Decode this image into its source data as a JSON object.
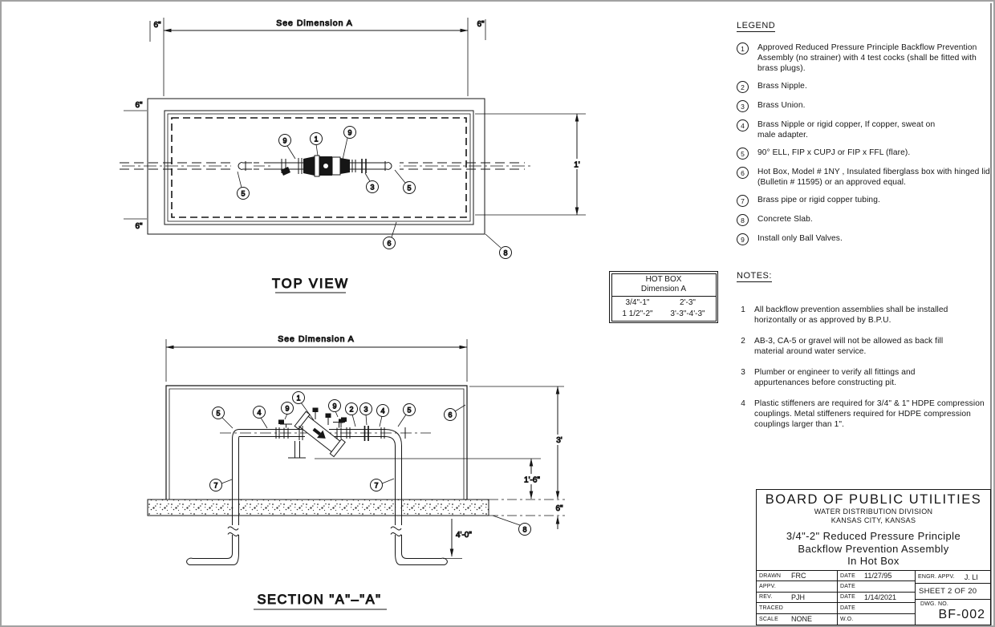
{
  "callouts": {
    "c1": "1",
    "c2": "2",
    "c3": "3",
    "c4": "4",
    "c5": "5",
    "c6": "6",
    "c7": "7",
    "c8": "8",
    "c9": "9"
  },
  "top_view": {
    "title": "TOP VIEW",
    "dim_a": "See Dimension A",
    "dim_6_top_left": "6\"",
    "dim_6_top_right": "6\"",
    "dim_6_left_top": "6\"",
    "dim_6_left_bottom": "6\"",
    "dim_1ft": "1'"
  },
  "section": {
    "title": "SECTION \"A\"–\"A\"",
    "dim_a": "See Dimension A",
    "dim_3ft": "3'",
    "dim_1ft6": "1'-6\"",
    "dim_6in": "6\"",
    "dim_4ft": "4'-0\""
  },
  "hotbox_table": {
    "title_line1": "HOT BOX",
    "title_line2": "Dimension A",
    "rows": [
      {
        "size": "3/4\"-1\"",
        "dim": "2'-3\""
      },
      {
        "size": "1 1/2\"-2\"",
        "dim": "3'-3\"-4'-3\""
      }
    ]
  },
  "legend": {
    "title": "LEGEND",
    "items": [
      {
        "num": "1",
        "text": "Approved Reduced Pressure Principle Backflow Prevention Assembly (no strainer) with 4 test cocks (shall be fitted with brass plugs)."
      },
      {
        "num": "2",
        "text": "Brass Nipple."
      },
      {
        "num": "3",
        "text": "Brass Union."
      },
      {
        "num": "4",
        "text": "Brass Nipple or rigid copper, If copper, sweat on male adapter."
      },
      {
        "num": "5",
        "text": "90° ELL, FIP x CUPJ or FIP x FFL (flare)."
      },
      {
        "num": "6",
        "text": "Hot Box, Model # 1NY , Insulated fiberglass box with hinged lid (Bulletin # 11595) or an approved equal."
      },
      {
        "num": "7",
        "text": "Brass pipe or rigid copper tubing."
      },
      {
        "num": "8",
        "text": "Concrete Slab."
      },
      {
        "num": "9",
        "text": "Install only Ball Valves."
      }
    ]
  },
  "notes": {
    "title": "NOTES:",
    "items": [
      {
        "num": "1",
        "text": "All backflow prevention assemblies shall be installed horizontally or as approved by B.P.U."
      },
      {
        "num": "2",
        "text": "AB-3, CA-5 or gravel will not be allowed as back fill material around water service."
      },
      {
        "num": "3",
        "text": "Plumber or engineer to verify all fittings and appurtenances before constructing pit."
      },
      {
        "num": "4",
        "text": "Plastic stiffeners are required for 3/4\" & 1\" HDPE compression couplings. Metal stiffeners required for HDPE compression couplings larger than 1\"."
      }
    ]
  },
  "title_block": {
    "org": "BOARD OF PUBLIC UTILITIES",
    "division": "WATER DISTRIBUTION DIVISION",
    "city": "KANSAS CITY, KANSAS",
    "drawing_title_1": "3/4\"-2\" Reduced Pressure Principle",
    "drawing_title_2": "Backflow Prevention Assembly",
    "drawing_title_3": "In Hot Box",
    "drawn_label": "DRAWN",
    "drawn_value": "FRC",
    "date_label_1": "DATE",
    "date_value_1": "11/27/95",
    "appv_label": "APPV.",
    "date_label_2": "DATE",
    "rev_label": "REV.",
    "rev_value": "PJH",
    "date_label_3": "DATE",
    "date_value_3": "1/14/2021",
    "traced_label": "TRACED",
    "date_label_4": "DATE",
    "scale_label": "SCALE",
    "scale_value": "NONE",
    "wo_label": "W.O.",
    "engr_label": "ENGR. APPV.",
    "engr_value": "J. LI",
    "sheet_label": "SHEET 2 OF 20",
    "dwg_label": "DWG. NO.",
    "dwg_number": "BF-002"
  }
}
